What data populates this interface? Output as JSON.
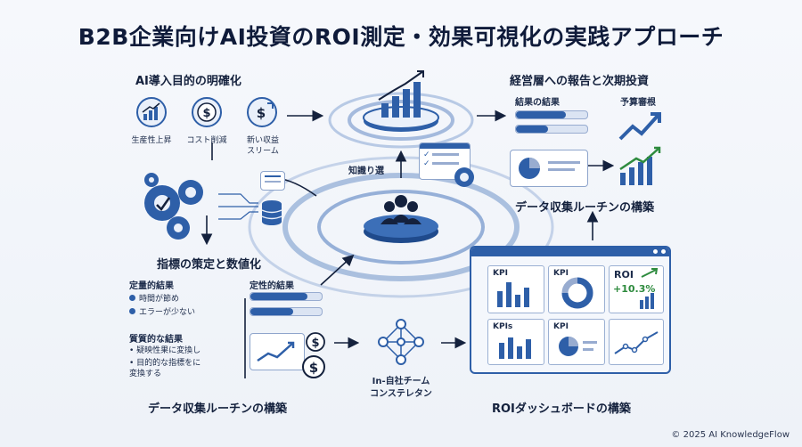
{
  "title": "B2B企業向けAI投資のROI測定・効果可視化の実践アプローチ",
  "purpose": {
    "heading": "AI導入目的の明確化",
    "items": [
      {
        "icon": "productivity-chart-icon",
        "label": "生産性上昇"
      },
      {
        "icon": "cost-reduction-icon",
        "label": "コスト削減"
      },
      {
        "icon": "revenue-stream-icon",
        "label": "新い収益\nスリーム"
      }
    ]
  },
  "center": {
    "knowledge_label": "知識り選",
    "team_label": "In-自社チーム\nコンステレタン"
  },
  "indicators": {
    "heading": "指標の策定と数値化",
    "quantitative": {
      "heading": "定量的結果",
      "items": [
        "時間が節め",
        "エラーが少ない"
      ]
    },
    "qualitative_bars": {
      "heading": "定性的結果"
    },
    "qualitative": {
      "heading": "質質的な結果",
      "items": [
        "疑映性果に変換し",
        "目的的な指標をに\n変換する"
      ]
    }
  },
  "data_routine_bottom": "データ収集ルーチンの構築",
  "reporting": {
    "heading": "経営層への報告と次期投資",
    "results_label": "結果の結果",
    "budget_label": "予算審根",
    "routine_label": "データ収集ルーチンの構築"
  },
  "dashboard": {
    "heading": "ROIダッシュボードの構築",
    "tiles": {
      "kpi1": "KPI",
      "kpi2": "KPI",
      "roi": "ROI",
      "roi_value": "+10.3%",
      "kpis": "KPIs",
      "kpi4": "KPI"
    }
  },
  "footer": "© 2025 AI KnowledgeFlow",
  "colors": {
    "primary": "#2e5fa8",
    "dark": "#14213d",
    "green": "#2e8b3e",
    "light": "#dbe4f3"
  }
}
